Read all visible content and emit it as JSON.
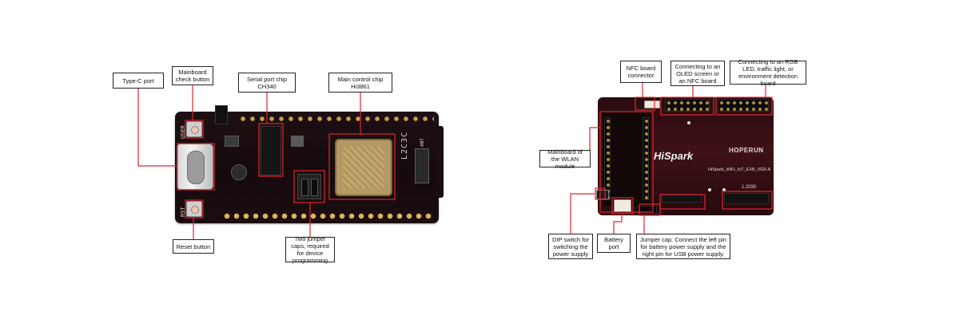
{
  "left_board": {
    "callouts": {
      "type_c": "Type-C port",
      "check_button": "Mainboard check button",
      "serial_chip": "Serial port chip CH340",
      "main_chip": "Main control chip Hi3861",
      "jumper_caps": "Two jumper caps, required for device programming",
      "reset_button": "Reset button"
    },
    "silkscreen": {
      "user": "USER",
      "rst": "RST",
      "board_name": "L2C3C",
      "ant": "ANT"
    }
  },
  "right_board": {
    "callouts": {
      "nfc_connector": "NFC board connector",
      "oled_nfc": "Connecting to an OLED screen or an NFC board",
      "rgb_led": "Connecting to an RGB LED, traffic light, or environment detection board",
      "wlan_module": "Mainboard of the WLAN module",
      "dip_switch": "DIP switch for switching the power supply",
      "battery_port": "Battery port",
      "jumper_cap": "Jumper cap. Connect the left pin for battery power supply and the right pin for USB power supply."
    },
    "silkscreen": {
      "logo": "HiSpark",
      "brand": "HOPERUN",
      "board_label": "HiSpark_WiFi_IoT_EXB_VER.A",
      "date_code": "1.2030"
    }
  },
  "colors": {
    "highlight": "#e0262f",
    "board_dark": "#170b0e",
    "board_red": "#3e1116"
  }
}
